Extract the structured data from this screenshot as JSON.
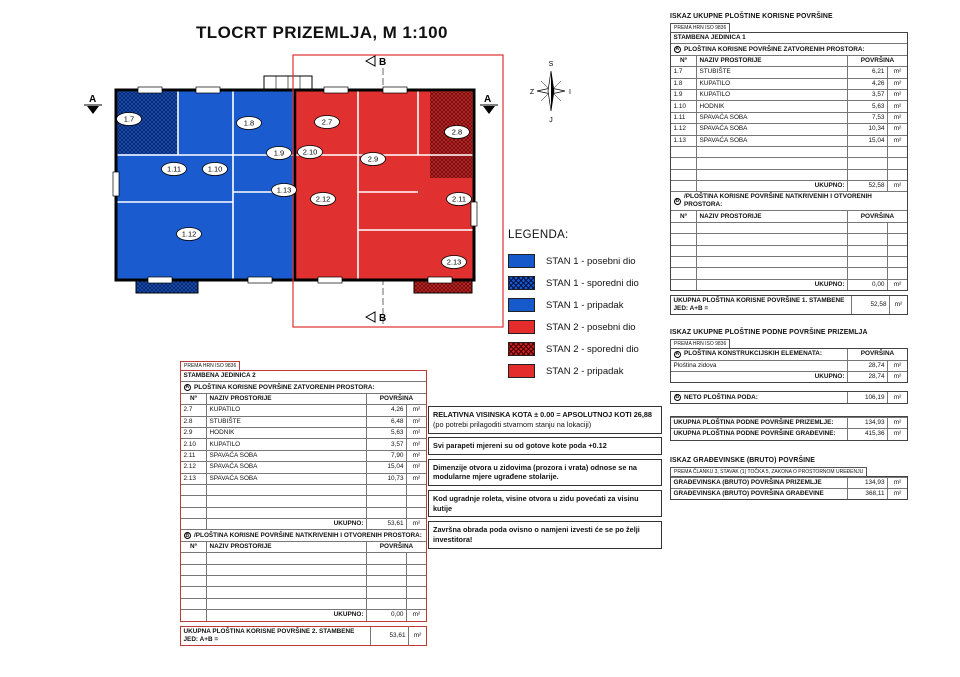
{
  "page": {
    "title": "TLOCRT PRIZEMLJA, M 1:100"
  },
  "compass": {
    "north": "S",
    "west": "Z",
    "east": "I",
    "south": "J"
  },
  "sections": {
    "a": "A",
    "b": "B"
  },
  "plan": {
    "stan1_color": "#1b5bd0",
    "stan2_color": "#e13030",
    "selection_color": "#e03030",
    "rooms": [
      "1.7",
      "1.8",
      "1.9",
      "1.10",
      "1.11",
      "1.12",
      "1.13",
      "2.7",
      "2.8",
      "2.9",
      "2.10",
      "2.11",
      "2.12",
      "2.13"
    ]
  },
  "legend": {
    "title": "LEGENDA:",
    "items": [
      {
        "label": "STAN 1 - posebni dio",
        "color": "#1659cb",
        "pattern": "solid"
      },
      {
        "label": "STAN 1 - sporedni dio",
        "color": "#1659cb",
        "pattern": "crosshatch"
      },
      {
        "label": "STAN 1 - pripadak",
        "color": "#1659cb",
        "pattern": "solid"
      },
      {
        "label": "STAN 2 - posebni dio",
        "color": "#e42c2c",
        "pattern": "solid"
      },
      {
        "label": "STAN 2 - sporedni dio",
        "color": "#c32222",
        "pattern": "crosshatch"
      },
      {
        "label": "STAN 2 - pripadak",
        "color": "#e42c2c",
        "pattern": "solid"
      }
    ]
  },
  "notes": [
    {
      "text": "RELATIVNA VISINSKA KOTA  ± 0.00 = APSOLUTNOJ KOTI  26,88",
      "sub": "(po potrebi prilagoditi stvarnom stanju na lokaciji)"
    },
    {
      "text": "Svi parapeti mjereni su od gotove kote poda  +0.12",
      "sub": ""
    },
    {
      "text": "Dimenzije otvora u zidovima (prozora i vrata) odnose se na modularne  mjere ugrađene stolarije.",
      "sub": ""
    },
    {
      "text": "Kod ugradnje roleta, visine otvora u zidu povećati za visinu kutije",
      "sub": ""
    },
    {
      "text": "Završna obrada poda ovisno o namjeni izvesti će se po želji investitora!",
      "sub": ""
    }
  ],
  "unit2": {
    "standard": "PREMA HRN ISO 9836",
    "unit_title": "STAMBENA JEDINICA 2",
    "badge_a": "A",
    "badge_b": "B",
    "section_a_title": "PLOŠTINA KORISNE POVRŠINE ZATVORENIH PROSTORA:",
    "section_b_title": "/PLOŠTINA KORISNE POVRŠINE NATKRIVENIH I OTVORENIH PROSTORA:",
    "columns": {
      "num": "Nº",
      "name": "NAZIV PROSTORIJE",
      "area": "POVRŠINA"
    },
    "rows": [
      {
        "num": "2.7",
        "name": "KUPATILO",
        "area": "4,26",
        "unit": "m²"
      },
      {
        "num": "2.8",
        "name": "STUBIŠTE",
        "area": "6,48",
        "unit": "m²"
      },
      {
        "num": "2.9",
        "name": "HODNIK",
        "area": "5,63",
        "unit": "m²"
      },
      {
        "num": "2.10",
        "name": "KUPATILO",
        "area": "3,57",
        "unit": "m²"
      },
      {
        "num": "2.11",
        "name": "SPAVAĆA SOBA",
        "area": "7,90",
        "unit": "m²"
      },
      {
        "num": "2.12",
        "name": "SPAVAĆA SOBA",
        "area": "15,04",
        "unit": "m²"
      },
      {
        "num": "2.13",
        "name": "SPAVAĆA SOBA",
        "area": "10,73",
        "unit": "m²"
      }
    ],
    "total_a": {
      "label": "UKUPNO:",
      "value": "53,61",
      "unit": "m²"
    },
    "total_b": {
      "label": "UKUPNO:",
      "value": "0,00",
      "unit": "m²"
    },
    "footer": {
      "label": "UKUPNA PLOŠTINA KORISNE POVRŠINE 2. STAMBENE JED:  A+B =",
      "value": "53,61",
      "unit": "m²"
    }
  },
  "panel": {
    "korisna": {
      "title": "ISKAZ UKUPNE PLOŠTINE KORISNE POVRŠINE",
      "standard": "PREMA HRN ISO 9836",
      "unit_title": "STAMBENA JEDINICA 1",
      "badge_a": "A",
      "badge_b": "B",
      "section_a_title": "PLOŠTINA KORISNE POVRŠINE ZATVORENIH PROSTORA:",
      "section_b_title": "/PLOŠTINA KORISNE POVRŠINE NATKRIVENIH I OTVORENIH PROSTORA:",
      "columns": {
        "num": "Nº",
        "name": "NAZIV PROSTORIJE",
        "area": "POVRŠINA"
      },
      "rows": [
        {
          "num": "1.7",
          "name": "STUBIŠTE",
          "area": "6,21",
          "unit": "m²"
        },
        {
          "num": "1.8",
          "name": "KUPATILO",
          "area": "4,26",
          "unit": "m²"
        },
        {
          "num": "1.9",
          "name": "KUPATILO",
          "area": "3,57",
          "unit": "m²"
        },
        {
          "num": "1.10",
          "name": "HODNIK",
          "area": "5,63",
          "unit": "m²"
        },
        {
          "num": "1.11",
          "name": "SPAVAĆA SOBA",
          "area": "7,53",
          "unit": "m²"
        },
        {
          "num": "1.12",
          "name": "SPAVAĆA SOBA",
          "area": "10,34",
          "unit": "m²"
        },
        {
          "num": "1.13",
          "name": "SPAVAĆA SOBA",
          "area": "15,04",
          "unit": "m²"
        }
      ],
      "total_a": {
        "label": "UKUPNO:",
        "value": "52,58",
        "unit": "m²"
      },
      "total_b": {
        "label": "UKUPNO:",
        "value": "0,00",
        "unit": "m²"
      },
      "footer": {
        "label": "UKUPNA PLOŠTINA KORISNE POVRŠINE 1. STAMBENE JED:  A+B =",
        "value": "52,58",
        "unit": "m²"
      }
    },
    "podna": {
      "title": "ISKAZ UKUPNE PLOŠTINE PODNE POVRŠINE PRIZEMLJA",
      "standard": "PREMA HRN ISO 9836",
      "badge_a": "A",
      "badge_b": "B",
      "section_a_title": "PLOŠTINA KONSTRUKCIJSKIH ELEMENATA:",
      "area_col": "POVRŠINA",
      "row_zidovi": {
        "label": "Ploština  zidova",
        "value": "28,74",
        "unit": "m²"
      },
      "total_a": {
        "label": "UKUPNO:",
        "value": "28,74",
        "unit": "m²"
      },
      "section_b_title": "NETO PLOŠTINA PODA:",
      "neto_value": "106,19",
      "neto_unit": "m²",
      "summary": [
        {
          "label": "UKUPNA PLOŠTINA PODNE POVRŠINE PRIZEMLJE:",
          "value": "134,93",
          "unit": "m²"
        },
        {
          "label": "UKUPNA PLOŠTINA PODNE POVRŠINE GRAĐEVINE:",
          "value": "415,36",
          "unit": "m²"
        }
      ]
    },
    "bruto": {
      "title": "ISKAZ GRAĐEVINSKE (BRUTO) POVRŠINE",
      "standard": "PREMA ČLANKU 3, STAVAK (1) TOČKA 5, ZAKONA O PROSTORNOM UREĐENJU",
      "rows": [
        {
          "label": "GRAĐEVINSKA (BRUTO) POVRŠINA PRIZEMLJE",
          "value": "134,93",
          "unit": "m²"
        },
        {
          "label": "GRAĐEVINSKA (BRUTO) POVRŠINA GRAĐEVINE",
          "value": "368,11",
          "unit": "m²"
        }
      ]
    }
  }
}
